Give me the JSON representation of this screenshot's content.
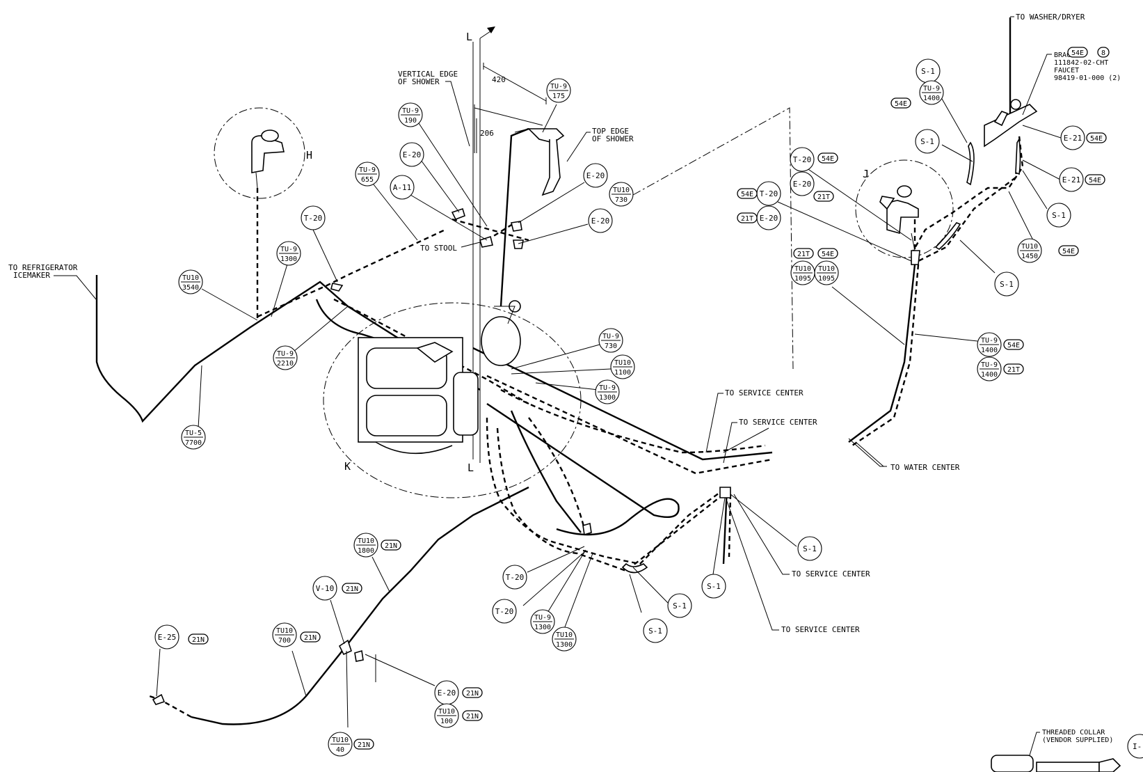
{
  "notes": {
    "to_refrigerator_1": "TO REFRIGERATOR",
    "to_refrigerator_2": "ICEMAKER",
    "vertical_edge_1": "VERTICAL EDGE",
    "vertical_edge_2": "OF SHOWER",
    "top_edge_1": "TOP EDGE",
    "top_edge_2": "OF SHOWER",
    "to_stool": "TO STOOL",
    "to_washer_dryer": "TO WASHER/DRYER",
    "bracket_1": "BRACKET",
    "bracket_2": "111842-02-CHT",
    "bracket_3": "FAUCET",
    "bracket_4": "98419-01-000 (2)",
    "to_service_center": "TO SERVICE CENTER",
    "to_water_center": "TO WATER CENTER",
    "threaded_collar_1": "THREADED COLLAR",
    "threaded_collar_2": "(VENDOR SUPPLIED)"
  },
  "dimensions": {
    "d1": "420",
    "d2": "206"
  },
  "detail_letters": {
    "h": "H",
    "j": "J",
    "k": "K",
    "l": "L"
  },
  "single_bubbles": {
    "s_a11": "A-11",
    "s_t20_left": "T-20",
    "s_e20_a": "E-20",
    "s_e20_b": "E-20",
    "s_e20_c": "E-20",
    "s_t20_r1": "T-20",
    "s_e20_r1": "E-20",
    "s_t20_r2": "T-20",
    "s_e20_r2": "E-20",
    "s_s1_a": "S-1",
    "s_s1_b": "S-1",
    "s_s1_c": "S-1",
    "s_s1_d": "S-1",
    "s_e21_a": "E-21",
    "s_e21_b": "E-21",
    "s_v10": "V-10",
    "s_e25": "E-25",
    "s_t20_c1": "T-20",
    "s_t20_c2": "T-20",
    "s_s1_e": "S-1",
    "s_s1_f": "S-1",
    "s_s1_g": "S-1",
    "s_s1_h": "S-1",
    "s_e20_d": "E-20",
    "s_i_cut": "I-"
  },
  "split_bubbles": {
    "tu9_190": {
      "top": "TU-9",
      "bottom": "190"
    },
    "tu9_175": {
      "top": "TU-9",
      "bottom": "175"
    },
    "tu9_655": {
      "top": "TU-9",
      "bottom": "655"
    },
    "tu10_730": {
      "top": "TU10",
      "bottom": "730"
    },
    "tu9_1300_a": {
      "top": "TU-9",
      "bottom": "1300"
    },
    "tu10_3540": {
      "top": "TU10",
      "bottom": "3540"
    },
    "tu9_2210": {
      "top": "TU-9",
      "bottom": "2210"
    },
    "tu5_7700": {
      "top": "TU-5",
      "bottom": "7700"
    },
    "tu9_730": {
      "top": "TU-9",
      "bottom": "730"
    },
    "tu10_1100": {
      "top": "TU10",
      "bottom": "1100"
    },
    "tu9_1300_b": {
      "top": "TU-9",
      "bottom": "1300"
    },
    "tu9_1400_a": {
      "top": "TU-9",
      "bottom": "1400"
    },
    "tu10_1450": {
      "top": "TU10",
      "bottom": "1450"
    },
    "tu10_1095_a": {
      "top": "TU10",
      "bottom": "1095"
    },
    "tu10_1095_b": {
      "top": "TU10",
      "bottom": "1095"
    },
    "tu9_1400_b": {
      "top": "TU-9",
      "bottom": "1400"
    },
    "tu9_1400_c": {
      "top": "TU-9",
      "bottom": "1400"
    },
    "tu10_1800": {
      "top": "TU10",
      "bottom": "1800"
    },
    "tu10_700": {
      "top": "TU10",
      "bottom": "700"
    },
    "tu10_40": {
      "top": "TU10",
      "bottom": "40"
    },
    "tu10_100": {
      "top": "TU10",
      "bottom": "100"
    },
    "tu9_1300_c": {
      "top": "TU-9",
      "bottom": "1300"
    },
    "tu10_1300": {
      "top": "TU10",
      "bottom": "1300"
    }
  },
  "pills": {
    "p_54e_a": "54E",
    "p_54e_b": "54E",
    "p_54e_c": "54E",
    "p_54e_d": "54E",
    "p_54e_e": "54E",
    "p_54e_f": "54E",
    "p_54e_g": "54E",
    "p_54e_h": "54E",
    "p_54e_i": "54E",
    "p_21t_a": "21T",
    "p_21t_b": "21T",
    "p_21t_c": "21T",
    "p_21t_d": "21T",
    "p_21n_a": "21N",
    "p_21n_b": "21N",
    "p_21n_c": "21N",
    "p_21n_d": "21N",
    "p_21n_e": "21N",
    "p_21n_f": "21N",
    "p_21n_g": "21N",
    "p_8": "8"
  },
  "colors": {
    "ink": "#000000",
    "paper": "#ffffff"
  }
}
